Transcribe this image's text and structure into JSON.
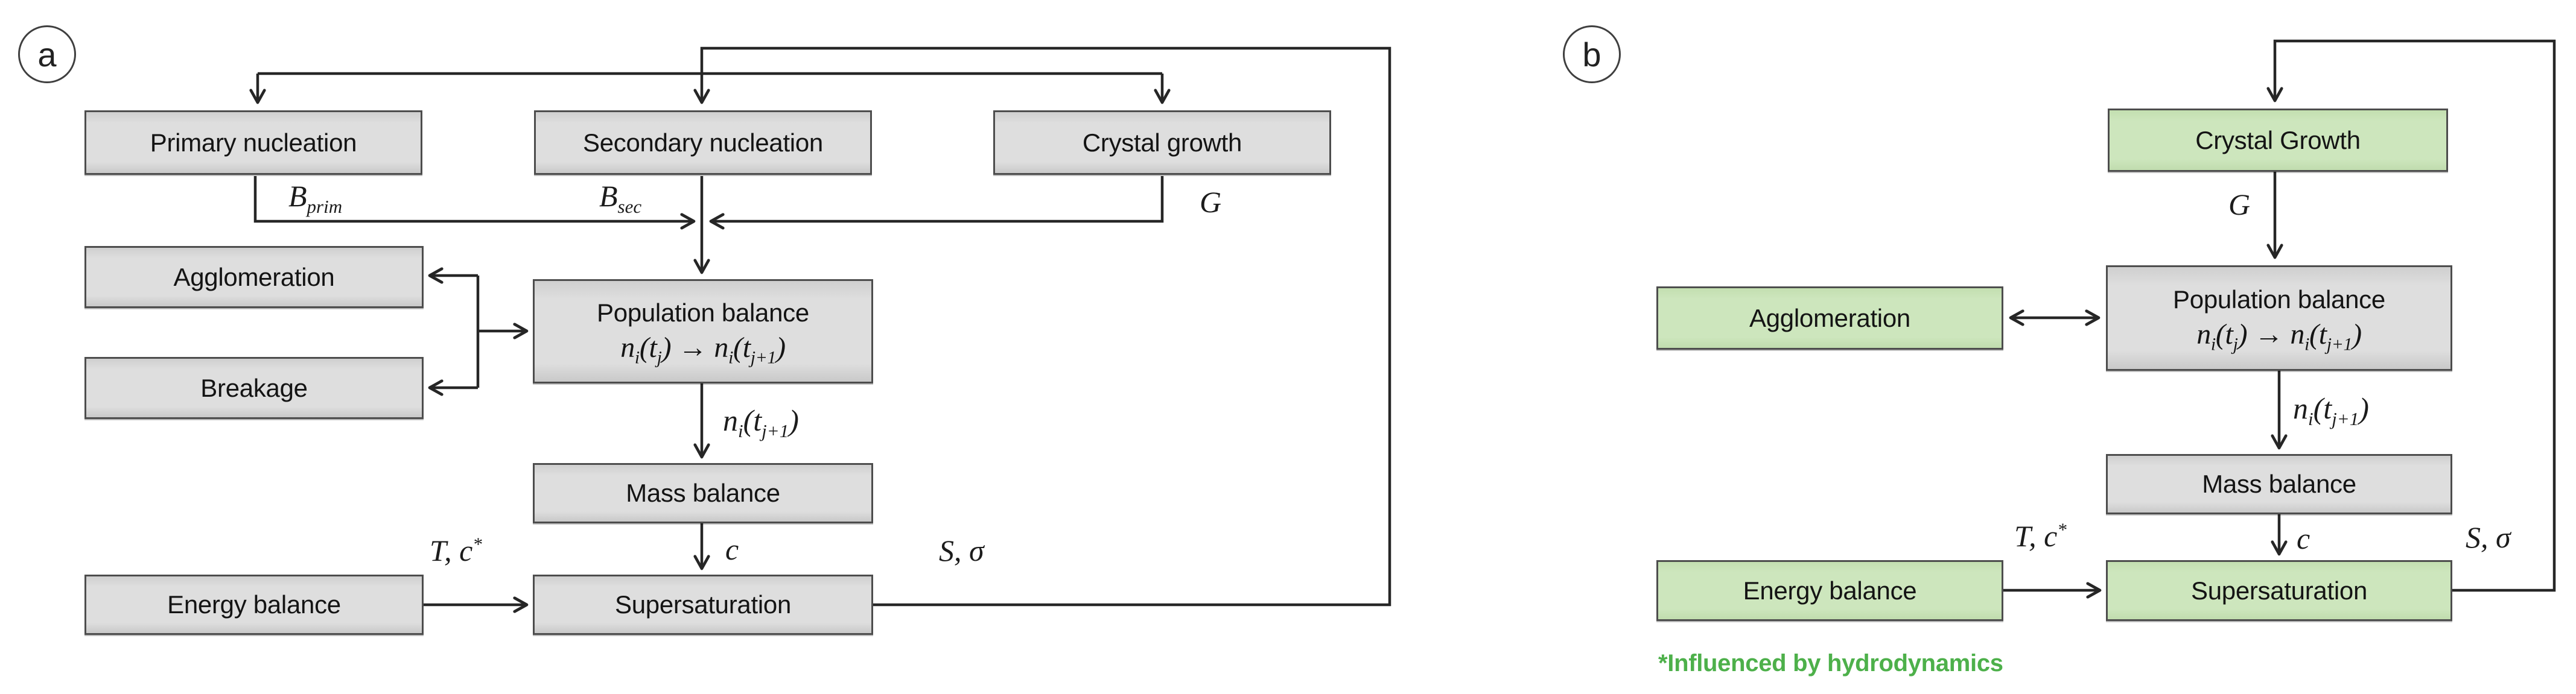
{
  "colors": {
    "box_gray": "#d9d9d9",
    "box_green": "#c9e3b8",
    "border": "#4d4d4d",
    "line": "#262626",
    "footnote_green": "#4db04a"
  },
  "panel_a": {
    "tag": "a",
    "boxes": {
      "primary": "Primary nucleation",
      "secondary": "Secondary nucleation",
      "crystal": "Crystal growth",
      "agglomeration": "Agglomeration",
      "breakage": "Breakage",
      "population_title": "Population balance",
      "population_math": "n_i(t_j) → n_i(t_{j+1})",
      "mass": "Mass balance",
      "energy": "Energy balance",
      "supersaturation": "Supersaturation"
    },
    "labels": {
      "b_prim": "B_{prim}",
      "b_sec": "B_{sec}",
      "g": "G",
      "n_next": "n_i(t_{j+1})",
      "c": "c",
      "t_cstar": "T, c^*",
      "s_sigma": "S, σ"
    }
  },
  "panel_b": {
    "tag": "b",
    "boxes": {
      "crystal": "Crystal Growth",
      "agglomeration": "Agglomeration",
      "population_title": "Population balance",
      "population_math": "n_i(t_j) → n_i(t_{j+1})",
      "mass": "Mass balance",
      "energy": "Energy balance",
      "supersaturation": "Supersaturation"
    },
    "labels": {
      "g": "G",
      "n_next": "n_i(t_{j+1})",
      "c": "c",
      "t_cstar": "T, c^*",
      "s_sigma": "S, σ"
    },
    "footnote": "*Influenced by hydrodynamics"
  }
}
